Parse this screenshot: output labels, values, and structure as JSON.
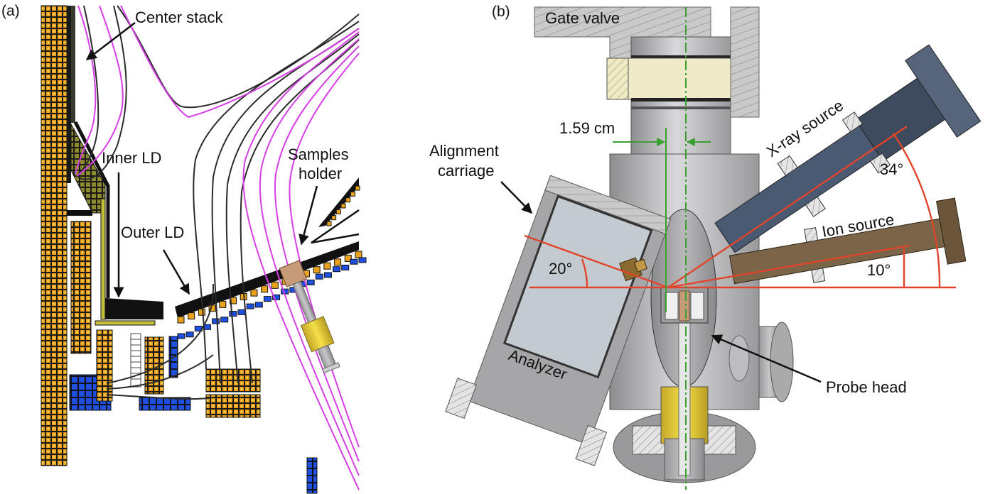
{
  "panels": [
    {
      "id": "a",
      "label": "(a)",
      "annotations": {
        "center_stack": "Center stack",
        "inner_ld": "Inner LD",
        "outer_ld": "Outer LD",
        "samples_holder_line1": "Samples",
        "samples_holder_line2": "holder"
      }
    },
    {
      "id": "b",
      "label": "(b)",
      "annotations": {
        "gate_valve": "Gate valve",
        "distance": "1.59 cm",
        "alignment_line1": "Alignment",
        "alignment_line2": "carriage",
        "xray_source": "X-ray source",
        "ion_source": "Ion source",
        "analyzer": "Analyzer",
        "probe_head": "Probe head",
        "angle_analyzer": "20°",
        "angle_xray": "34°",
        "angle_ion": "10°"
      }
    }
  ],
  "colors": {
    "coil_orange": "#e8a21c",
    "blue_component": "#1f4fe0",
    "field_magenta": "#d63ee6",
    "field_black": "#222222",
    "beam_red": "#e0442a",
    "axis_green": "#3aa030",
    "chamber_gray": "#a9a9ab",
    "xray_slate": "#4a5a72",
    "ion_brown": "#7a6548",
    "analyzer_window": "#c4cbd0",
    "gate_yellow": "#f1edd0",
    "probe_yellow": "#e8d33a"
  }
}
